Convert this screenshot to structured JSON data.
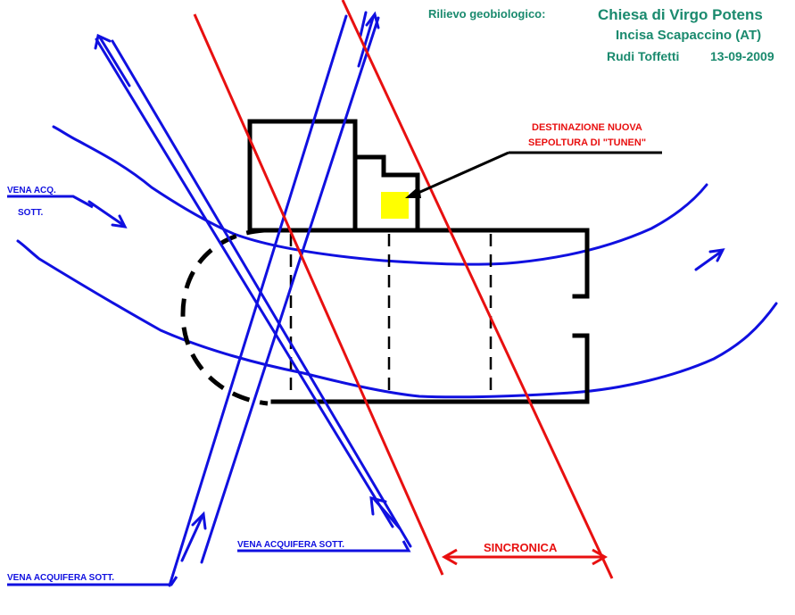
{
  "header": {
    "survey_label": "Rilievo geobiologico:",
    "church": "Chiesa di Virgo Potens",
    "town": "Incisa Scapaccino (AT)",
    "author": "Rudi Toffetti",
    "date": "13-09-2009"
  },
  "annotations": {
    "destination_line1": "DESTINAZIONE NUOVA",
    "destination_line2": "SEPOLTURA DI \"TUNEN\"",
    "vein_left_line1": "VENA ACQ.",
    "vein_left_line2": "SOTT.",
    "vein_bottom_left": "VENA ACQUIFERA SOTT.",
    "vein_bottom_center": "VENA ACQUIFERA SOTT.",
    "sincronica": "SINCRONICA"
  },
  "colors": {
    "water_vein": "#1010e0",
    "sincronica": "#e81010",
    "building": "#000000",
    "burial_marker": "#ffff00",
    "header_text": "#1a8a6e"
  }
}
